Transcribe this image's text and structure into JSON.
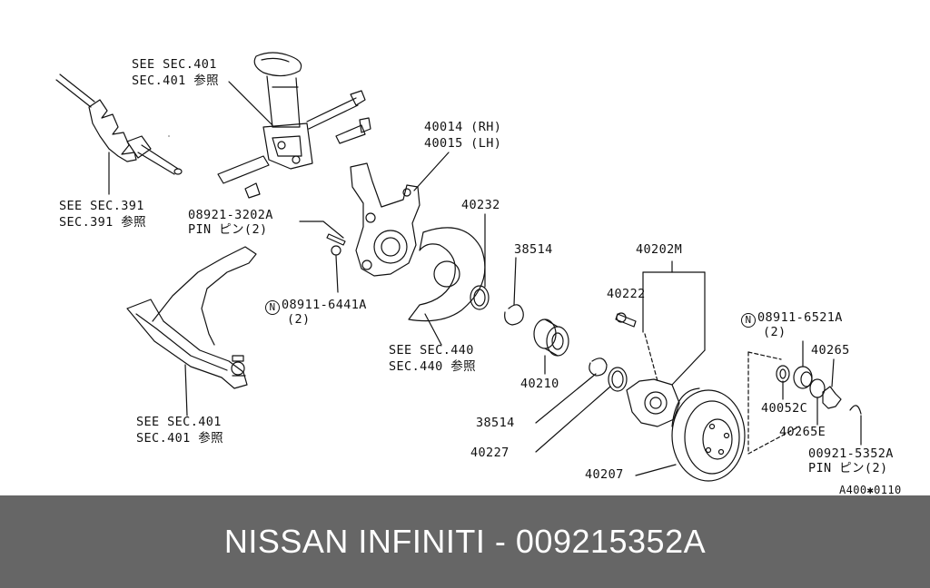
{
  "diagram": {
    "labels": {
      "sec401_top": [
        "SEE SEC.401",
        "SEC.401 参照"
      ],
      "sec391": [
        "SEE SEC.391",
        "SEC.391 参照"
      ],
      "knuckle": [
        "40014 (RH)",
        "40015 (LH)"
      ],
      "pin_a": [
        "08921-3202A",
        "PIN ピン(2)"
      ],
      "nut_a_num": "08911-6441A",
      "nut_a_qty": "(2)",
      "nut_a_prefix": "N",
      "p40232": "40232",
      "p38514_top": "38514",
      "p40202m": "40202M",
      "p40222": "40222",
      "nut_b_num": "08911-6521A",
      "nut_b_qty": "(2)",
      "nut_b_prefix": "N",
      "p40265": "40265",
      "sec440": [
        "SEE SEC.440",
        "SEC.440 参照"
      ],
      "p40210": "40210",
      "p40052c": "40052C",
      "p40265e": "40265E",
      "sec401_bottom": [
        "SEE SEC.401",
        "SEC.401 参照"
      ],
      "p38514_bottom": "38514",
      "p40227": "40227",
      "pin_b": [
        "00921-5352A",
        "PIN ピン(2)"
      ],
      "p40207": "40207",
      "ref_code": "A400✱0110"
    }
  },
  "footer": {
    "text": "NISSAN INFINITI - 009215352A"
  },
  "colors": {
    "footer_bg": "#666666",
    "footer_text": "#ffffff",
    "line": "#111111"
  }
}
